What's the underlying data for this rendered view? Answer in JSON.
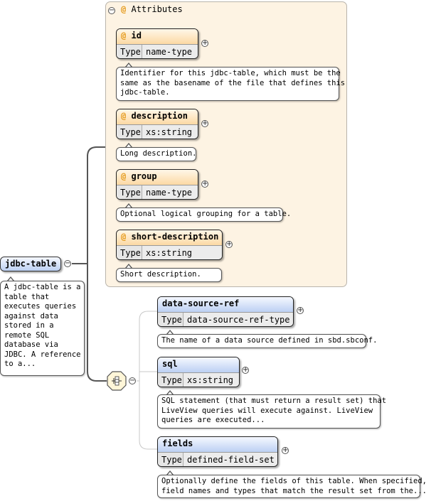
{
  "root": {
    "label": "jdbc-table",
    "note": "A jdbc-table is a\ntable that\nexecutes queries\nagainst data\nstored in a\nremote SQL\ndatabase via\nJDBC. A reference\nto a..."
  },
  "attributes_panel": {
    "title": "Attributes",
    "items": [
      {
        "name": "id",
        "type_label": "Type",
        "type": "name-type",
        "note": "Identifier for this jdbc-table, which must be the\nsame as the basename of the file that defines this\njdbc-table."
      },
      {
        "name": "description",
        "type_label": "Type",
        "type": "xs:string",
        "note": "Long description."
      },
      {
        "name": "group",
        "type_label": "Type",
        "type": "name-type",
        "note": "Optional logical grouping for a table."
      },
      {
        "name": "short-description",
        "type_label": "Type",
        "type": "xs:string",
        "note": "Short description."
      }
    ]
  },
  "elements": [
    {
      "name": "data-source-ref",
      "type_label": "Type",
      "type": "data-source-ref-type",
      "note": "The name of a data source defined in sbd.sbconf."
    },
    {
      "name": "sql",
      "type_label": "Type",
      "type": "xs:string",
      "note": "SQL statement (that must return a result set) that\nLiveView queries will execute against. LiveView\nqueries are executed..."
    },
    {
      "name": "fields",
      "type_label": "Type",
      "type": "defined-field-set",
      "note": "Optionally define the fields of this table. When specified,\nfield names and types that match the result set from the..."
    }
  ],
  "symbols": {
    "at": "@",
    "collapse": "−",
    "expand": "+"
  },
  "colors": {
    "attribute_header": "#fcd9a4",
    "element_header": "#bcd0f3",
    "panel_bg": "#fdf3e3"
  }
}
